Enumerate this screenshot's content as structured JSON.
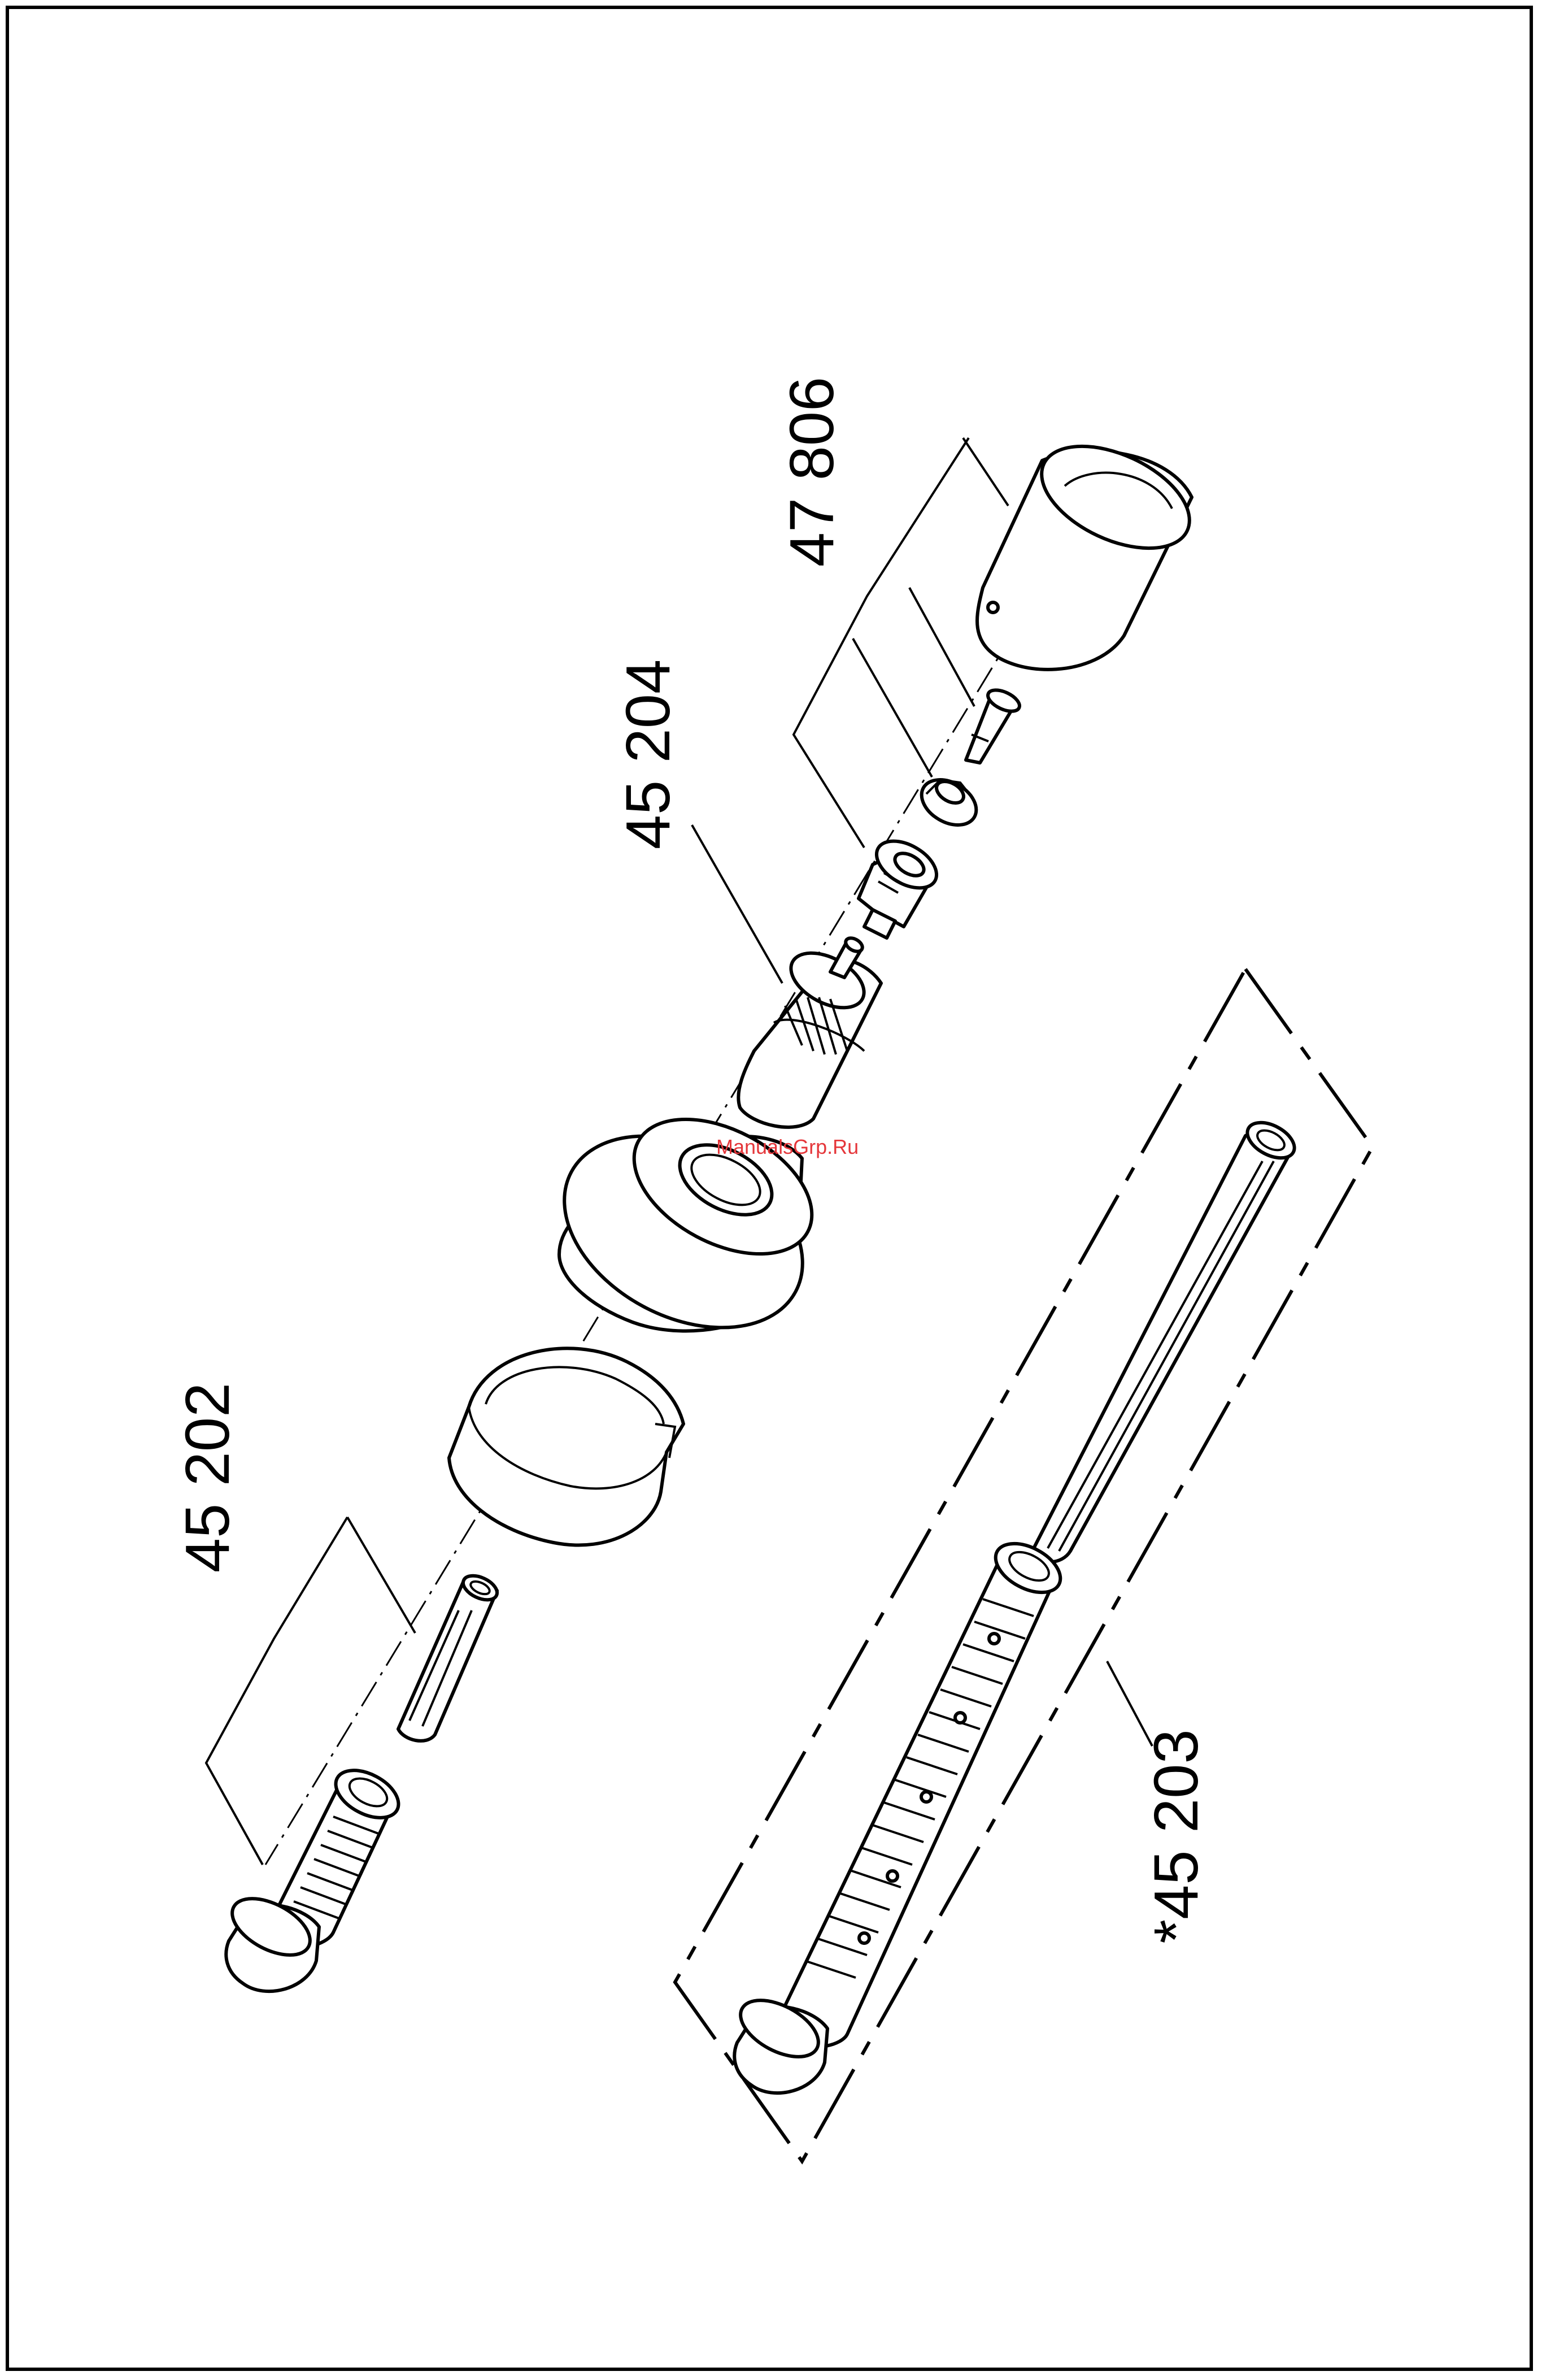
{
  "callouts": {
    "c_47806": "47 806",
    "c_45204": "45 204",
    "c_45202": "45 202",
    "c_45203": "*45 203"
  },
  "watermark": "ManualsGrp.Ru",
  "colors": {
    "ink": "#000000",
    "paper": "#ffffff",
    "watermark": "#e5363a"
  }
}
